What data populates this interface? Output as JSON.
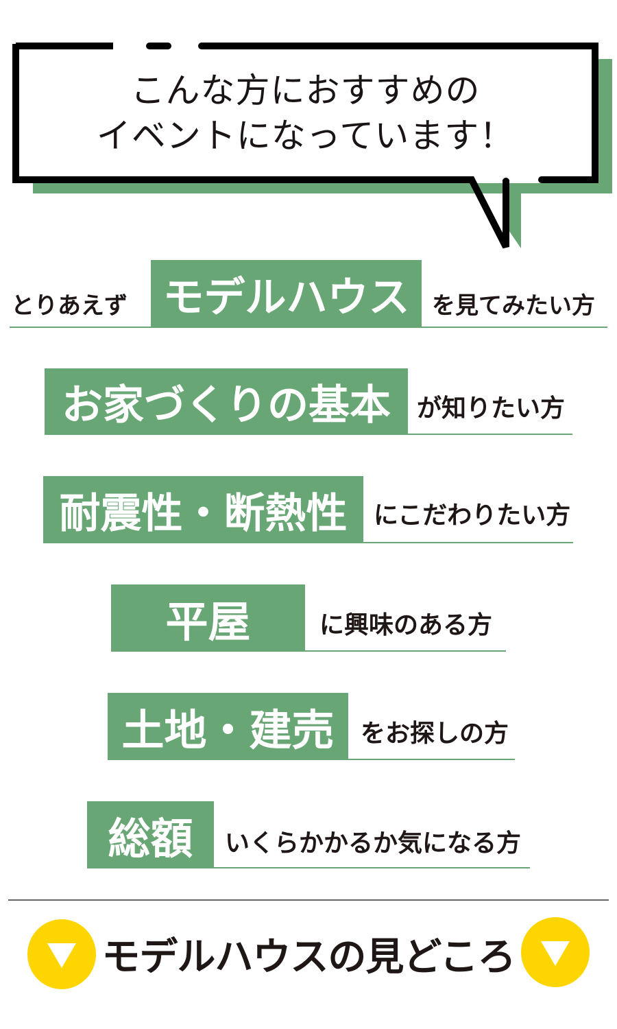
{
  "colors": {
    "accent_green": "#69a676",
    "accent_yellow": "#ffd500",
    "text_dark": "#1f1616",
    "frame_black": "#000000"
  },
  "bubble": {
    "line1": "こんな方におすすめの",
    "line2": "イベントになっています！"
  },
  "rows": [
    {
      "prefix": "とりあえず",
      "highlight": "モデルハウス",
      "suffix": "を見てみたい方"
    },
    {
      "highlight": "お家づくりの基本",
      "suffix": "が知りたい方"
    },
    {
      "highlight": "耐震性・断熱性",
      "suffix": "にこだわりたい方"
    },
    {
      "highlight": "平屋",
      "suffix": "に興味のある方"
    },
    {
      "highlight": "土地・建売",
      "suffix": "をお探しの方"
    },
    {
      "highlight": "総額",
      "suffix": "いくらかかるか気になる方"
    }
  ],
  "footer": {
    "title": "モデルハウスの見どころ",
    "left_icon": "down-triangle-icon",
    "right_icon": "down-triangle-icon"
  }
}
